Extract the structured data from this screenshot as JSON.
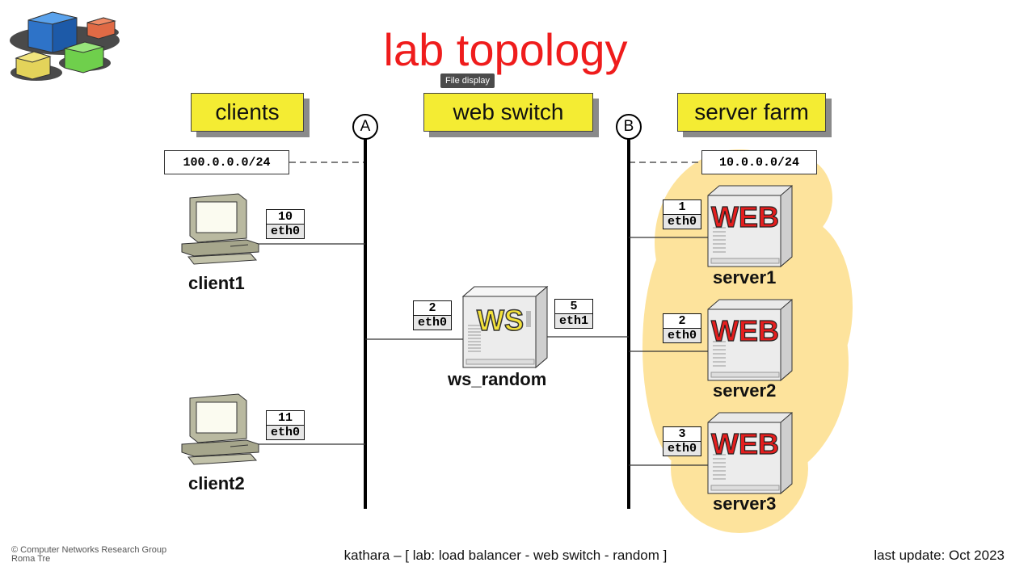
{
  "title": "lab topology",
  "tooltip": "File display",
  "headers": {
    "clients": "clients",
    "web_switch": "web switch",
    "server_farm": "server farm"
  },
  "buses": {
    "a": "A",
    "b": "B"
  },
  "networks": {
    "left": "100.0.0.0/24",
    "right": "10.0.0.0/24"
  },
  "clients": [
    {
      "label": "client1",
      "iface_num": "10",
      "iface_name": "eth0"
    },
    {
      "label": "client2",
      "iface_num": "11",
      "iface_name": "eth0"
    }
  ],
  "switch": {
    "label": "ws_random",
    "badge": "WS",
    "left_iface": {
      "num": "2",
      "name": "eth0"
    },
    "right_iface": {
      "num": "5",
      "name": "eth1"
    }
  },
  "servers": [
    {
      "label": "server1",
      "badge": "WEB",
      "iface_num": "1",
      "iface_name": "eth0"
    },
    {
      "label": "server2",
      "badge": "WEB",
      "iface_num": "2",
      "iface_name": "eth0"
    },
    {
      "label": "server3",
      "badge": "WEB",
      "iface_num": "3",
      "iface_name": "eth0"
    }
  ],
  "footer": {
    "org_line1": "© Computer Networks Research Group",
    "org_line2": "Roma Tre",
    "center": "kathara – [ lab: load balancer - web switch - random ]",
    "update": "last update: Oct 2023"
  },
  "colors": {
    "title": "#ef1c1c",
    "sticky": "#f4ec33",
    "farm": "#fde39c",
    "web_badge": "#e41e1e",
    "ws_badge": "#f4e23a"
  }
}
